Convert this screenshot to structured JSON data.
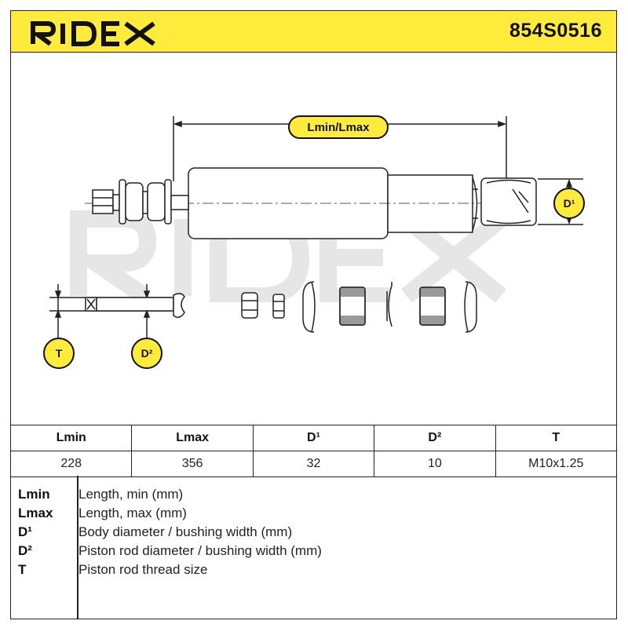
{
  "header": {
    "brand": "RIDEX",
    "part_number": "854S0516"
  },
  "colors": {
    "accent": "#ffeb3b",
    "line": "#222222"
  },
  "drawing": {
    "length_label": "Lmin/Lmax",
    "d1_label": "D¹",
    "d2_label": "D²",
    "t_label": "T"
  },
  "specs": {
    "headers": [
      "Lmin",
      "Lmax",
      "D¹",
      "D²",
      "T"
    ],
    "values": [
      "228",
      "356",
      "32",
      "10",
      "M10x1.25"
    ]
  },
  "legend": [
    {
      "key": "Lmin",
      "desc": "Length, min (mm)"
    },
    {
      "key": "Lmax",
      "desc": "Length, max (mm)"
    },
    {
      "key": "D¹",
      "desc": "Body diameter / bushing width (mm)"
    },
    {
      "key": "D²",
      "desc": "Piston rod diameter / bushing width (mm)"
    },
    {
      "key": "T",
      "desc": "Piston rod thread size"
    }
  ]
}
